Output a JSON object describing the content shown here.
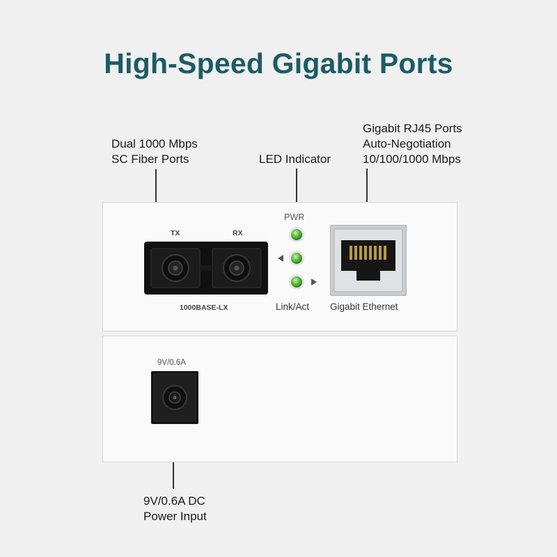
{
  "title": "High-Speed Gigabit Ports",
  "callouts": {
    "fiber": [
      "Dual 1000 Mbps",
      "SC Fiber Ports"
    ],
    "led": "LED Indicator",
    "rj45": [
      "Gigabit RJ45 Ports",
      "Auto-Negotiation",
      "10/100/1000 Mbps"
    ],
    "power": [
      "9V/0.6A DC",
      "Power Input"
    ]
  },
  "front_panel": {
    "tx_label": "TX",
    "rx_label": "RX",
    "fiber_model": "1000BASE-LX",
    "pwr_label": "PWR",
    "link_label": "Link/Act",
    "ethernet_label": "Gigabit Ethernet"
  },
  "rear_panel": {
    "power_rating": "9V/0.6A"
  },
  "colors": {
    "title": "#1d5b66",
    "led": "#57b947",
    "panel": "#fafafa"
  }
}
